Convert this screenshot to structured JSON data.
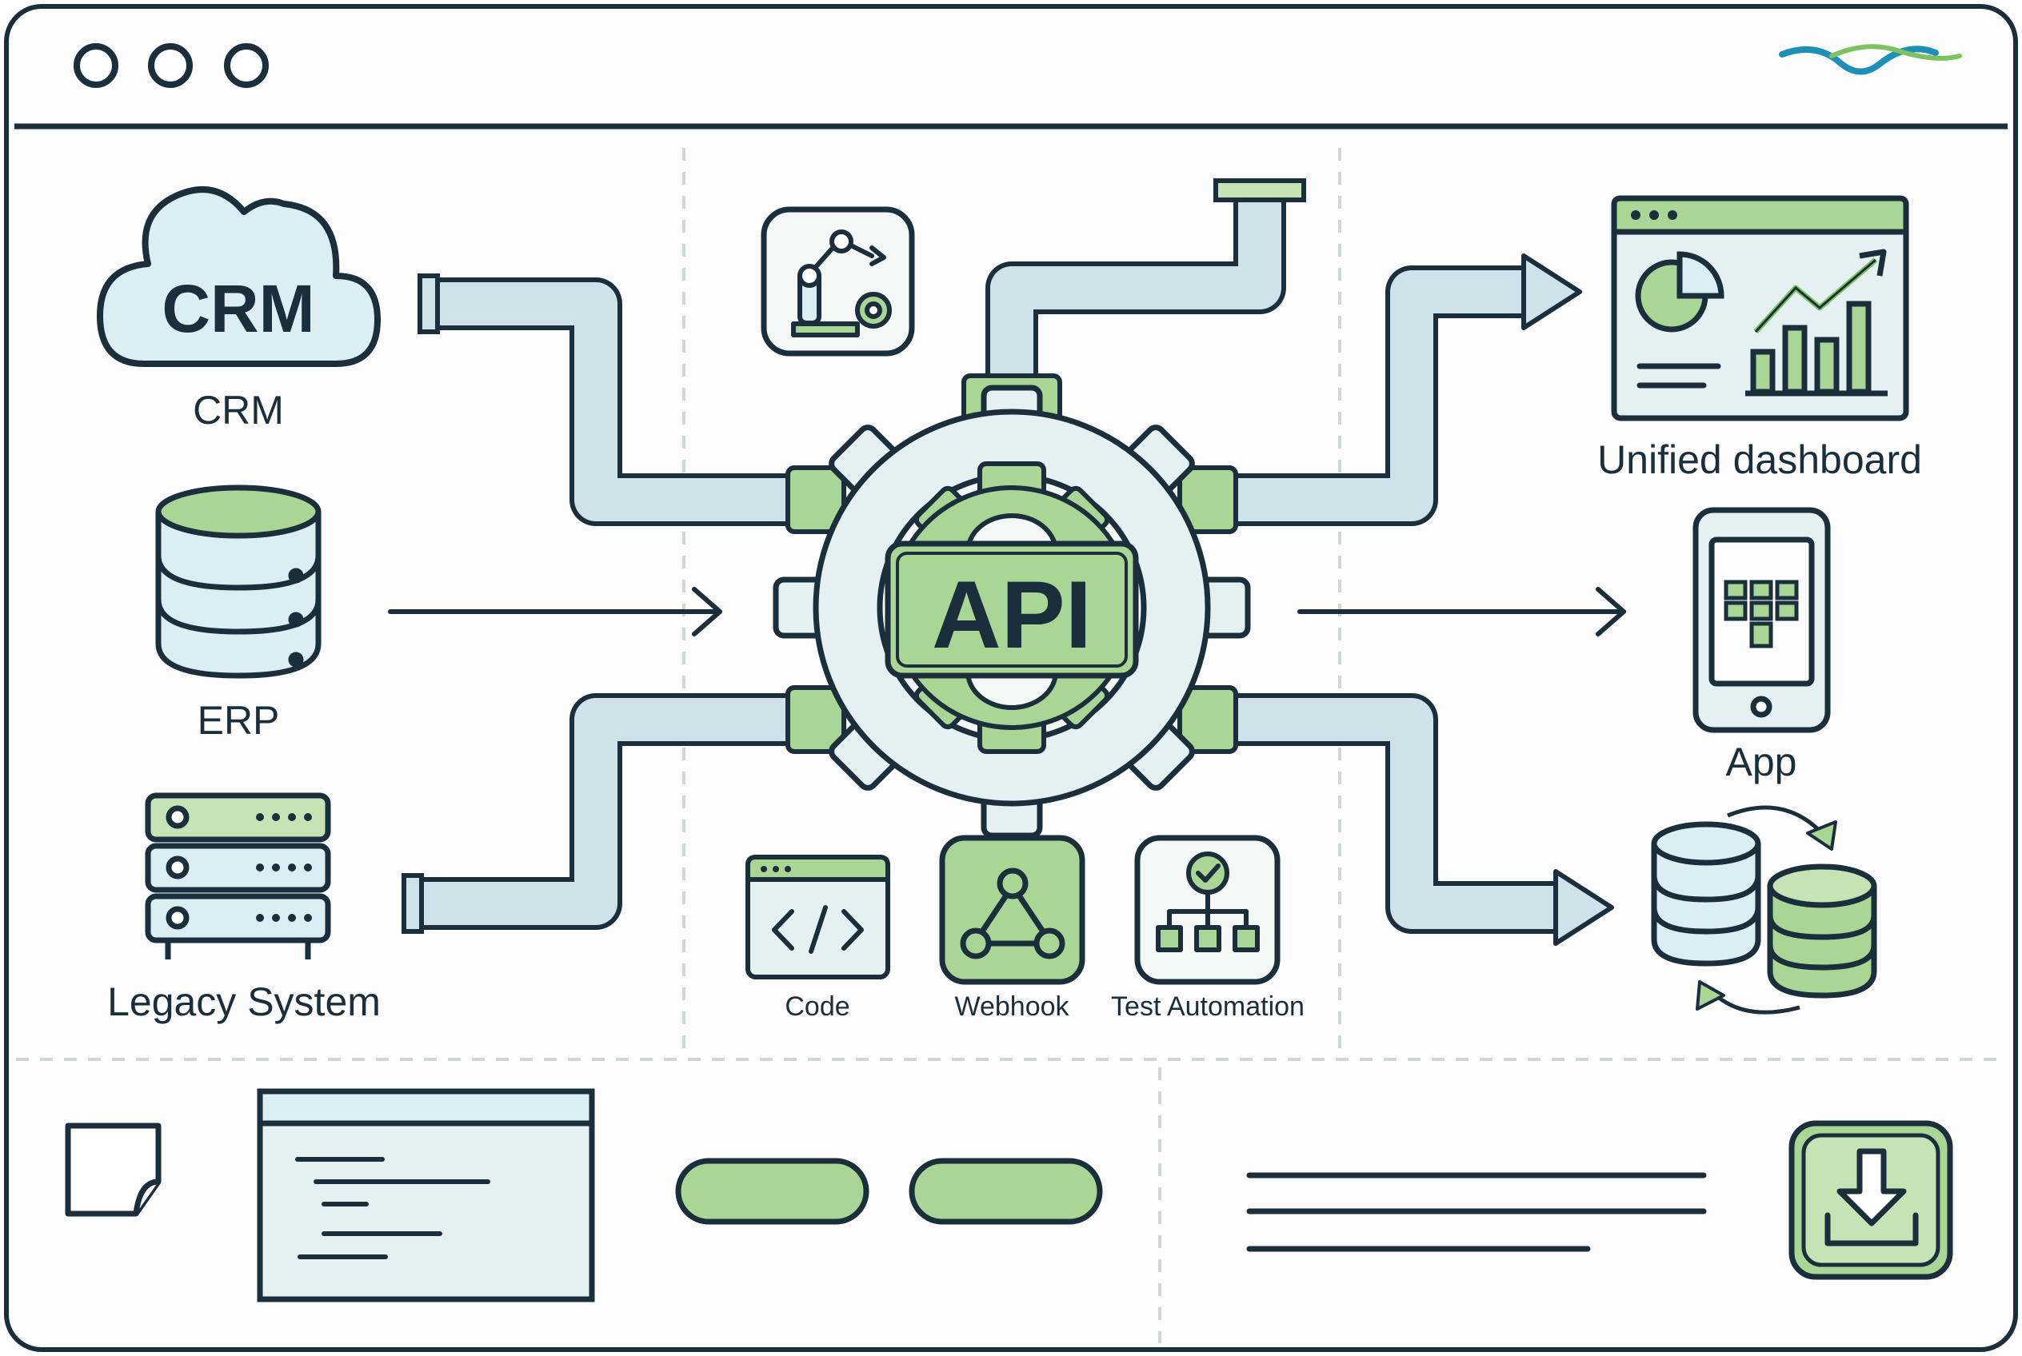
{
  "colors": {
    "ink": "#1a2e3b",
    "green": "#a9d595",
    "green_light": "#c5e3b4",
    "blue_light": "#dceef4",
    "pipe": "#cfe2ea",
    "panel": "#fbfcfb",
    "logo_blue": "#1e8fb7",
    "logo_green": "#7cc35f"
  },
  "window": {
    "controls": [
      "dot-1",
      "dot-2",
      "dot-3"
    ],
    "logo": "wave-logo"
  },
  "sources": [
    {
      "id": "crm",
      "label": "CRM",
      "icon_text": "CRM",
      "icon": "cloud-icon"
    },
    {
      "id": "erp",
      "label": "ERP",
      "icon": "database-icon"
    },
    {
      "id": "legacy",
      "label": "Legacy System",
      "icon": "server-rack-icon"
    }
  ],
  "hub": {
    "label": "API",
    "icon": "gear-icon"
  },
  "top_tool": {
    "icon": "robot-arm-icon"
  },
  "tools": [
    {
      "id": "code",
      "label": "Code",
      "icon": "code-window-icon"
    },
    {
      "id": "webhook",
      "label": "Webhook",
      "icon": "webhook-icon"
    },
    {
      "id": "test",
      "label": "Test Automation",
      "icon": "test-automation-icon"
    }
  ],
  "targets": [
    {
      "id": "dashboard",
      "label": "Unified dashboard",
      "icon": "dashboard-icon"
    },
    {
      "id": "app",
      "label": "App",
      "icon": "phone-app-icon"
    },
    {
      "id": "sync",
      "label": "",
      "icon": "database-sync-icon"
    }
  ],
  "footer": {
    "icons": [
      "note-icon",
      "text-panel-icon",
      "pill-button-1",
      "pill-button-2",
      "text-lines-icon",
      "download-icon"
    ]
  }
}
